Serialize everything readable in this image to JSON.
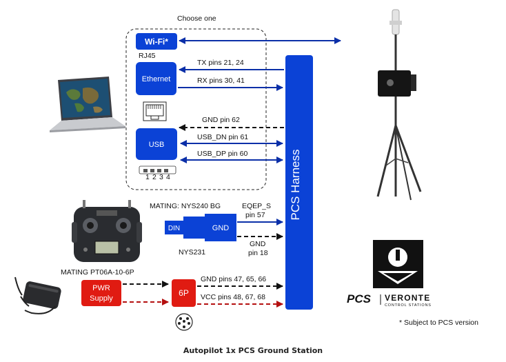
{
  "choose_one": "Choose one",
  "wifi_label": "Wi-Fi*",
  "rj45_label": "RJ45",
  "ethernet_label": "Ethernet",
  "usb_label": "USB",
  "usb_pins": [
    "1",
    "2",
    "3",
    "4"
  ],
  "harness_label": "PCS Harness",
  "signals": {
    "tx": "TX pins 21, 24",
    "rx": "RX pins 30, 41",
    "gnd62": "GND pin 62",
    "usb_dn": "USB_DN pin 61",
    "usb_dp": "USB_DP pin 60",
    "mating_nys": "MATING: NYS240 BG",
    "eqep_1": "EQEP_S",
    "eqep_2": "pin 57",
    "gnd18_1": "GND",
    "gnd18_2": "pin 18",
    "nys231": "NYS231",
    "mating_pt": "MATING PT06A-10-6P",
    "gnd_pins": "GND pins 47, 65, 66",
    "vcc_pins": "VCC pins 48, 67, 68"
  },
  "din_label": "DIN",
  "gnd_block_label": "GND",
  "pwr_label_1": "PWR",
  "pwr_label_2": "Supply",
  "sixp_label": "6P",
  "logo": {
    "pcs": "PCS",
    "brand": "VERONTE",
    "sub": "CONTROL STATIONS"
  },
  "footnote": "* Subject to PCS version",
  "caption": "Autopilot 1x PCS Ground Station",
  "colors": {
    "blue": "#0b42d6",
    "dark_blue": "#0a2fa8",
    "red": "#e01b12",
    "dark_red": "#b40f0f",
    "black": "#111111"
  }
}
